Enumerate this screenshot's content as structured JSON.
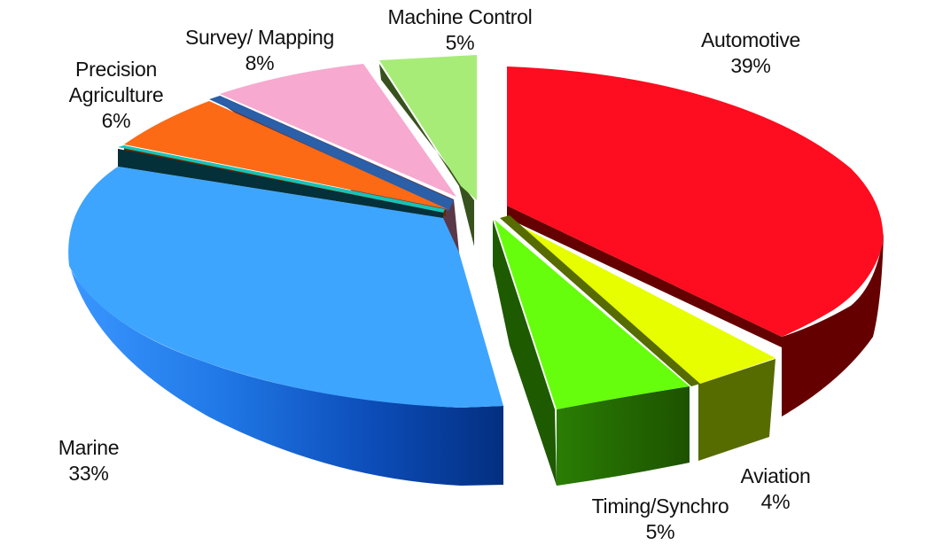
{
  "chart_data": {
    "type": "pie",
    "style": "3d-exploded",
    "title": "",
    "legend": "none (data labels on slices)",
    "categories": [
      "Automotive",
      "Aviation",
      "Timing/Synchro",
      "Marine",
      "Other (teal)",
      "Precision Agriculture",
      "Other (blue)",
      "Survey/ Mapping",
      "Machine Control"
    ],
    "values": [
      39,
      4,
      5,
      33,
      0.3,
      6,
      0.3,
      8,
      5
    ],
    "slices": [
      {
        "name": "Automotive",
        "label": "Automotive",
        "pct_label": "39%",
        "value": 39,
        "color": "#fe0c1f",
        "side_color": "#650000",
        "exploded": true
      },
      {
        "name": "Aviation",
        "label": "Aviation",
        "pct_label": "4%",
        "value": 4,
        "color": "#e6fe00",
        "side_color": "#566b00",
        "exploded": true
      },
      {
        "name": "Timing/Synchro",
        "label": "Timing/Synchro",
        "pct_label": "5%",
        "value": 5,
        "color": "#66fe0c",
        "side_color": "#1e5a00",
        "exploded": true
      },
      {
        "name": "Marine",
        "label": "Marine",
        "pct_label": "33%",
        "value": 33,
        "color": "#3ea5fe",
        "side_color": "#1c63d6",
        "exploded": false
      },
      {
        "name": "Unlabeled teal sliver",
        "label": "",
        "pct_label": "",
        "value": 0.3,
        "color": "#17c3b7",
        "side_color": "#04303a",
        "exploded": false
      },
      {
        "name": "Precision Agriculture",
        "label": "Precision Agriculture",
        "pct_label": "6%",
        "value": 6,
        "color": "#fd6a15",
        "side_color": "#6a2600",
        "exploded": false
      },
      {
        "name": "Unlabeled blue sliver",
        "label": "",
        "pct_label": "",
        "value": 0.3,
        "color": "#2b5fa8",
        "side_color": "#1a3560",
        "exploded": false
      },
      {
        "name": "Survey/ Mapping",
        "label": "Survey/ Mapping",
        "pct_label": "8%",
        "value": 8,
        "color": "#f7a9d0",
        "side_color": "#5a3848",
        "exploded": false
      },
      {
        "name": "Machine Control",
        "label": "Machine Control",
        "pct_label": "5%",
        "value": 5,
        "color": "#a8ec78",
        "side_color": "#38521e",
        "exploded": false
      }
    ]
  },
  "labels": {
    "automotive": {
      "name": "Automotive",
      "pct": "39%"
    },
    "aviation": {
      "name": "Aviation",
      "pct": "4%"
    },
    "timing": {
      "name": "Timing/Synchro",
      "pct": "5%"
    },
    "marine": {
      "name": "Marine",
      "pct": "33%"
    },
    "precision_ag": {
      "name1": "Precision",
      "name2": "Agriculture",
      "pct": "6%"
    },
    "survey": {
      "name": "Survey/ Mapping",
      "pct": "8%"
    },
    "machine": {
      "name": "Machine Control",
      "pct": "5%"
    }
  }
}
